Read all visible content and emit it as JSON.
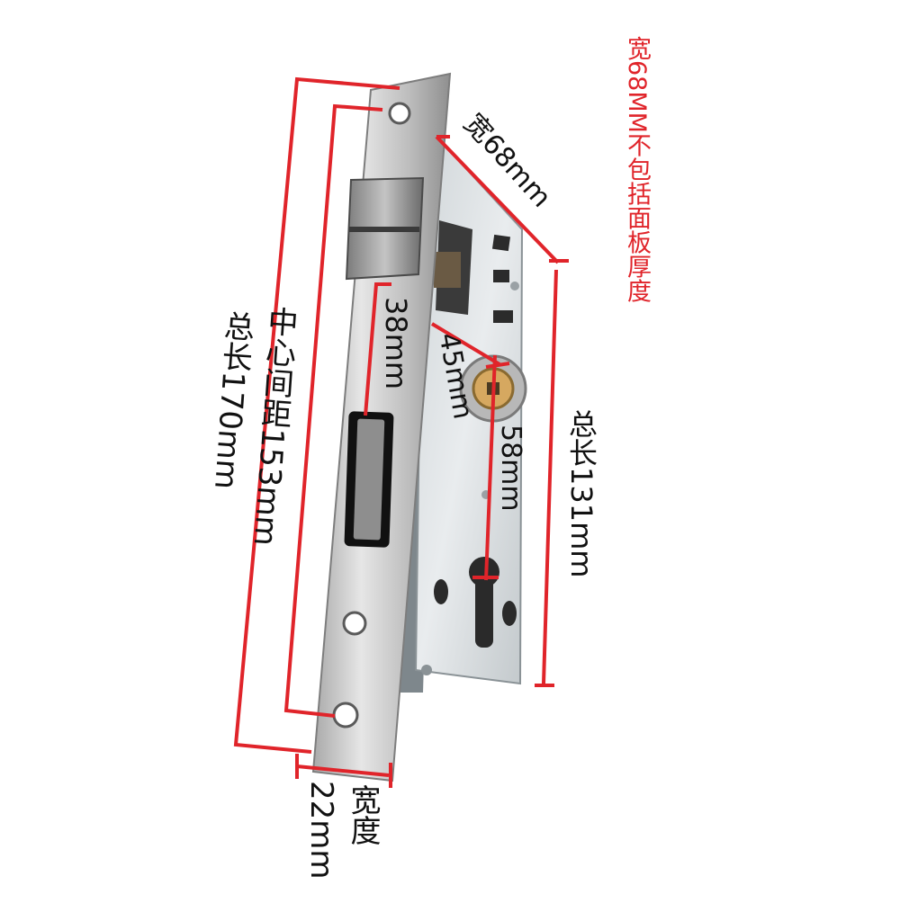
{
  "colors": {
    "dimension_line": "#e0242a",
    "dimension_text": "#111111",
    "note_text": "#e0242a",
    "plate_steel": "#c9c9c9",
    "case_steel": "#d8dde0"
  },
  "labels": {
    "note": "宽68MM不包括面板厚度",
    "width_case": "宽68mm",
    "total_length_plate": "总长170mm",
    "center_spacing": "中心间距153mm",
    "distance_38": "38mm",
    "distance_45": "45mm",
    "distance_58": "58mm",
    "total_length_case": "总长131mm",
    "plate_width_title": "宽度",
    "plate_width_value": "22mm"
  }
}
